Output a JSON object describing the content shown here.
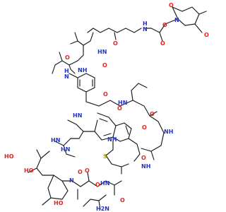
{
  "molecule": {
    "atom_labels": [
      {
        "id": "o_su_1",
        "text": "O",
        "color": "#e8231c"
      },
      {
        "id": "n_su",
        "text": "N",
        "color": "#2233cc"
      },
      {
        "id": "o_su_2",
        "text": "O",
        "color": "#e8231c"
      },
      {
        "id": "o_ester",
        "text": "O",
        "color": "#e8231c"
      },
      {
        "id": "o_carb",
        "text": "O",
        "color": "#e8231c"
      },
      {
        "id": "n_cap",
        "text": "N",
        "color": "#2233cc"
      },
      {
        "id": "h_cap",
        "text": "H",
        "color": "#2233cc"
      },
      {
        "id": "o_hex",
        "text": "O",
        "color": "#e8231c"
      },
      {
        "id": "hn_val",
        "text": "HN",
        "color": "#2233cc"
      },
      {
        "id": "o_val",
        "text": "O",
        "color": "#e8231c"
      },
      {
        "id": "nh_ala",
        "text": "NH",
        "color": "#2233cc"
      },
      {
        "id": "o_ala",
        "text": "O",
        "color": "#e8231c"
      },
      {
        "id": "h_aryl",
        "text": "H",
        "color": "#2233cc"
      },
      {
        "id": "n_aryl",
        "text": "N",
        "color": "#2233cc"
      },
      {
        "id": "o_ring1",
        "text": "O",
        "color": "#e8231c"
      },
      {
        "id": "o_bz",
        "text": "O",
        "color": "#e8231c"
      },
      {
        "id": "hn_ring",
        "text": "HN",
        "color": "#2233cc"
      },
      {
        "id": "hn_ile",
        "text": "HN",
        "color": "#2233cc"
      },
      {
        "id": "o_ile",
        "text": "O",
        "color": "#e8231c"
      },
      {
        "id": "o_lac",
        "text": "O",
        "color": "#e8231c"
      },
      {
        "id": "nh_ring",
        "text": "NH",
        "color": "#2233cc"
      },
      {
        "id": "nh_trp",
        "text": "NH",
        "color": "#2233cc"
      },
      {
        "id": "hn_trp",
        "text": "HN",
        "color": "#2233cc"
      },
      {
        "id": "s_link",
        "text": "S",
        "color": "#b8a000"
      },
      {
        "id": "o_gly",
        "text": "O",
        "color": "#e8231c"
      },
      {
        "id": "ho_1",
        "text": "HO",
        "color": "#e8231c"
      },
      {
        "id": "ho_2",
        "text": "HO",
        "color": "#e8231c"
      },
      {
        "id": "hn_diol",
        "text": "HN",
        "color": "#2233cc"
      },
      {
        "id": "nh_cys",
        "text": "NH",
        "color": "#2233cc"
      },
      {
        "id": "o_pro",
        "text": "O",
        "color": "#e8231c"
      },
      {
        "id": "n_pro",
        "text": "N",
        "color": "#2233cc"
      },
      {
        "id": "o_cys",
        "text": "O",
        "color": "#e8231c"
      },
      {
        "id": "hn_asn",
        "text": "HN",
        "color": "#2233cc"
      },
      {
        "id": "o_asn",
        "text": "O",
        "color": "#e8231c"
      },
      {
        "id": "ho_pro",
        "text": "HO",
        "color": "#e8231c"
      },
      {
        "id": "o_amide",
        "text": "O",
        "color": "#e8231c"
      },
      {
        "id": "h2n",
        "text": "H2N",
        "color": "#2233cc"
      }
    ]
  }
}
